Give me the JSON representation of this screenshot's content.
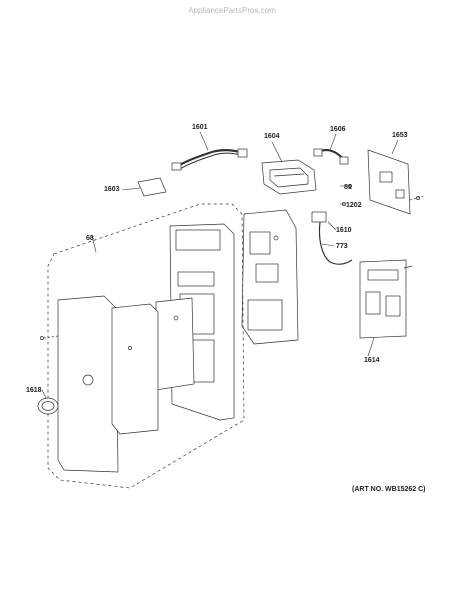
{
  "header": {
    "watermark": "AppliancePartsPros.com"
  },
  "footer": {
    "art_number": "(ART NO. WB15262 C)"
  },
  "parts": {
    "p1601": "1601",
    "p1604": "1604",
    "p1606": "1606",
    "p1653": "1653",
    "p1603": "1603",
    "p81": "81",
    "p1202": "1202",
    "p68": "68",
    "p1610": "1610",
    "p773": "773",
    "p1614": "1614",
    "p1618": "1618"
  }
}
